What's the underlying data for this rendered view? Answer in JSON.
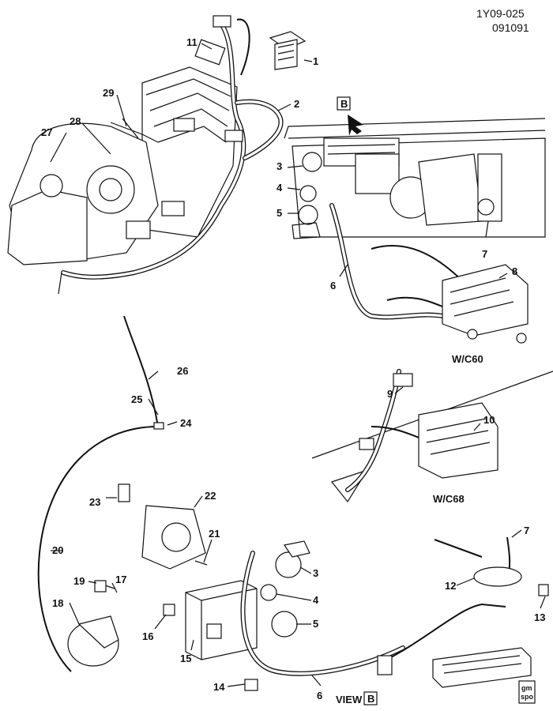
{
  "header": {
    "code": "1Y09-025",
    "date": "091091"
  },
  "captions": {
    "wc60": "W/C60",
    "wc68": "W/C68",
    "view": "VIEW",
    "view_letter": "B",
    "arrow_letter": "B"
  },
  "logo": {
    "line1": "gm",
    "line2": "spo"
  },
  "callouts": [
    "1",
    "2",
    "3",
    "4",
    "5",
    "6",
    "7",
    "8",
    "9",
    "10",
    "11",
    "12",
    "13",
    "14",
    "15",
    "16",
    "17",
    "18",
    "19",
    "20",
    "21",
    "22",
    "23",
    "24",
    "25",
    "26",
    "27",
    "28",
    "29",
    "3",
    "4",
    "5",
    "6",
    "7"
  ]
}
